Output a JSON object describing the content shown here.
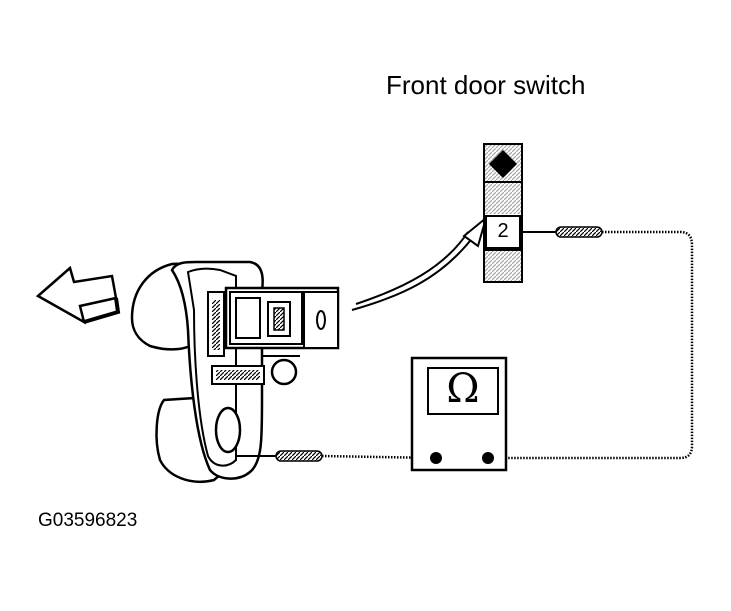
{
  "title": "Front door switch",
  "figure_id": "G03596823",
  "connector": {
    "terminal": "2"
  },
  "meter": {
    "symbol": "Ω"
  },
  "colors": {
    "line": "#000000",
    "background": "#ffffff",
    "hatch": "#000000"
  }
}
